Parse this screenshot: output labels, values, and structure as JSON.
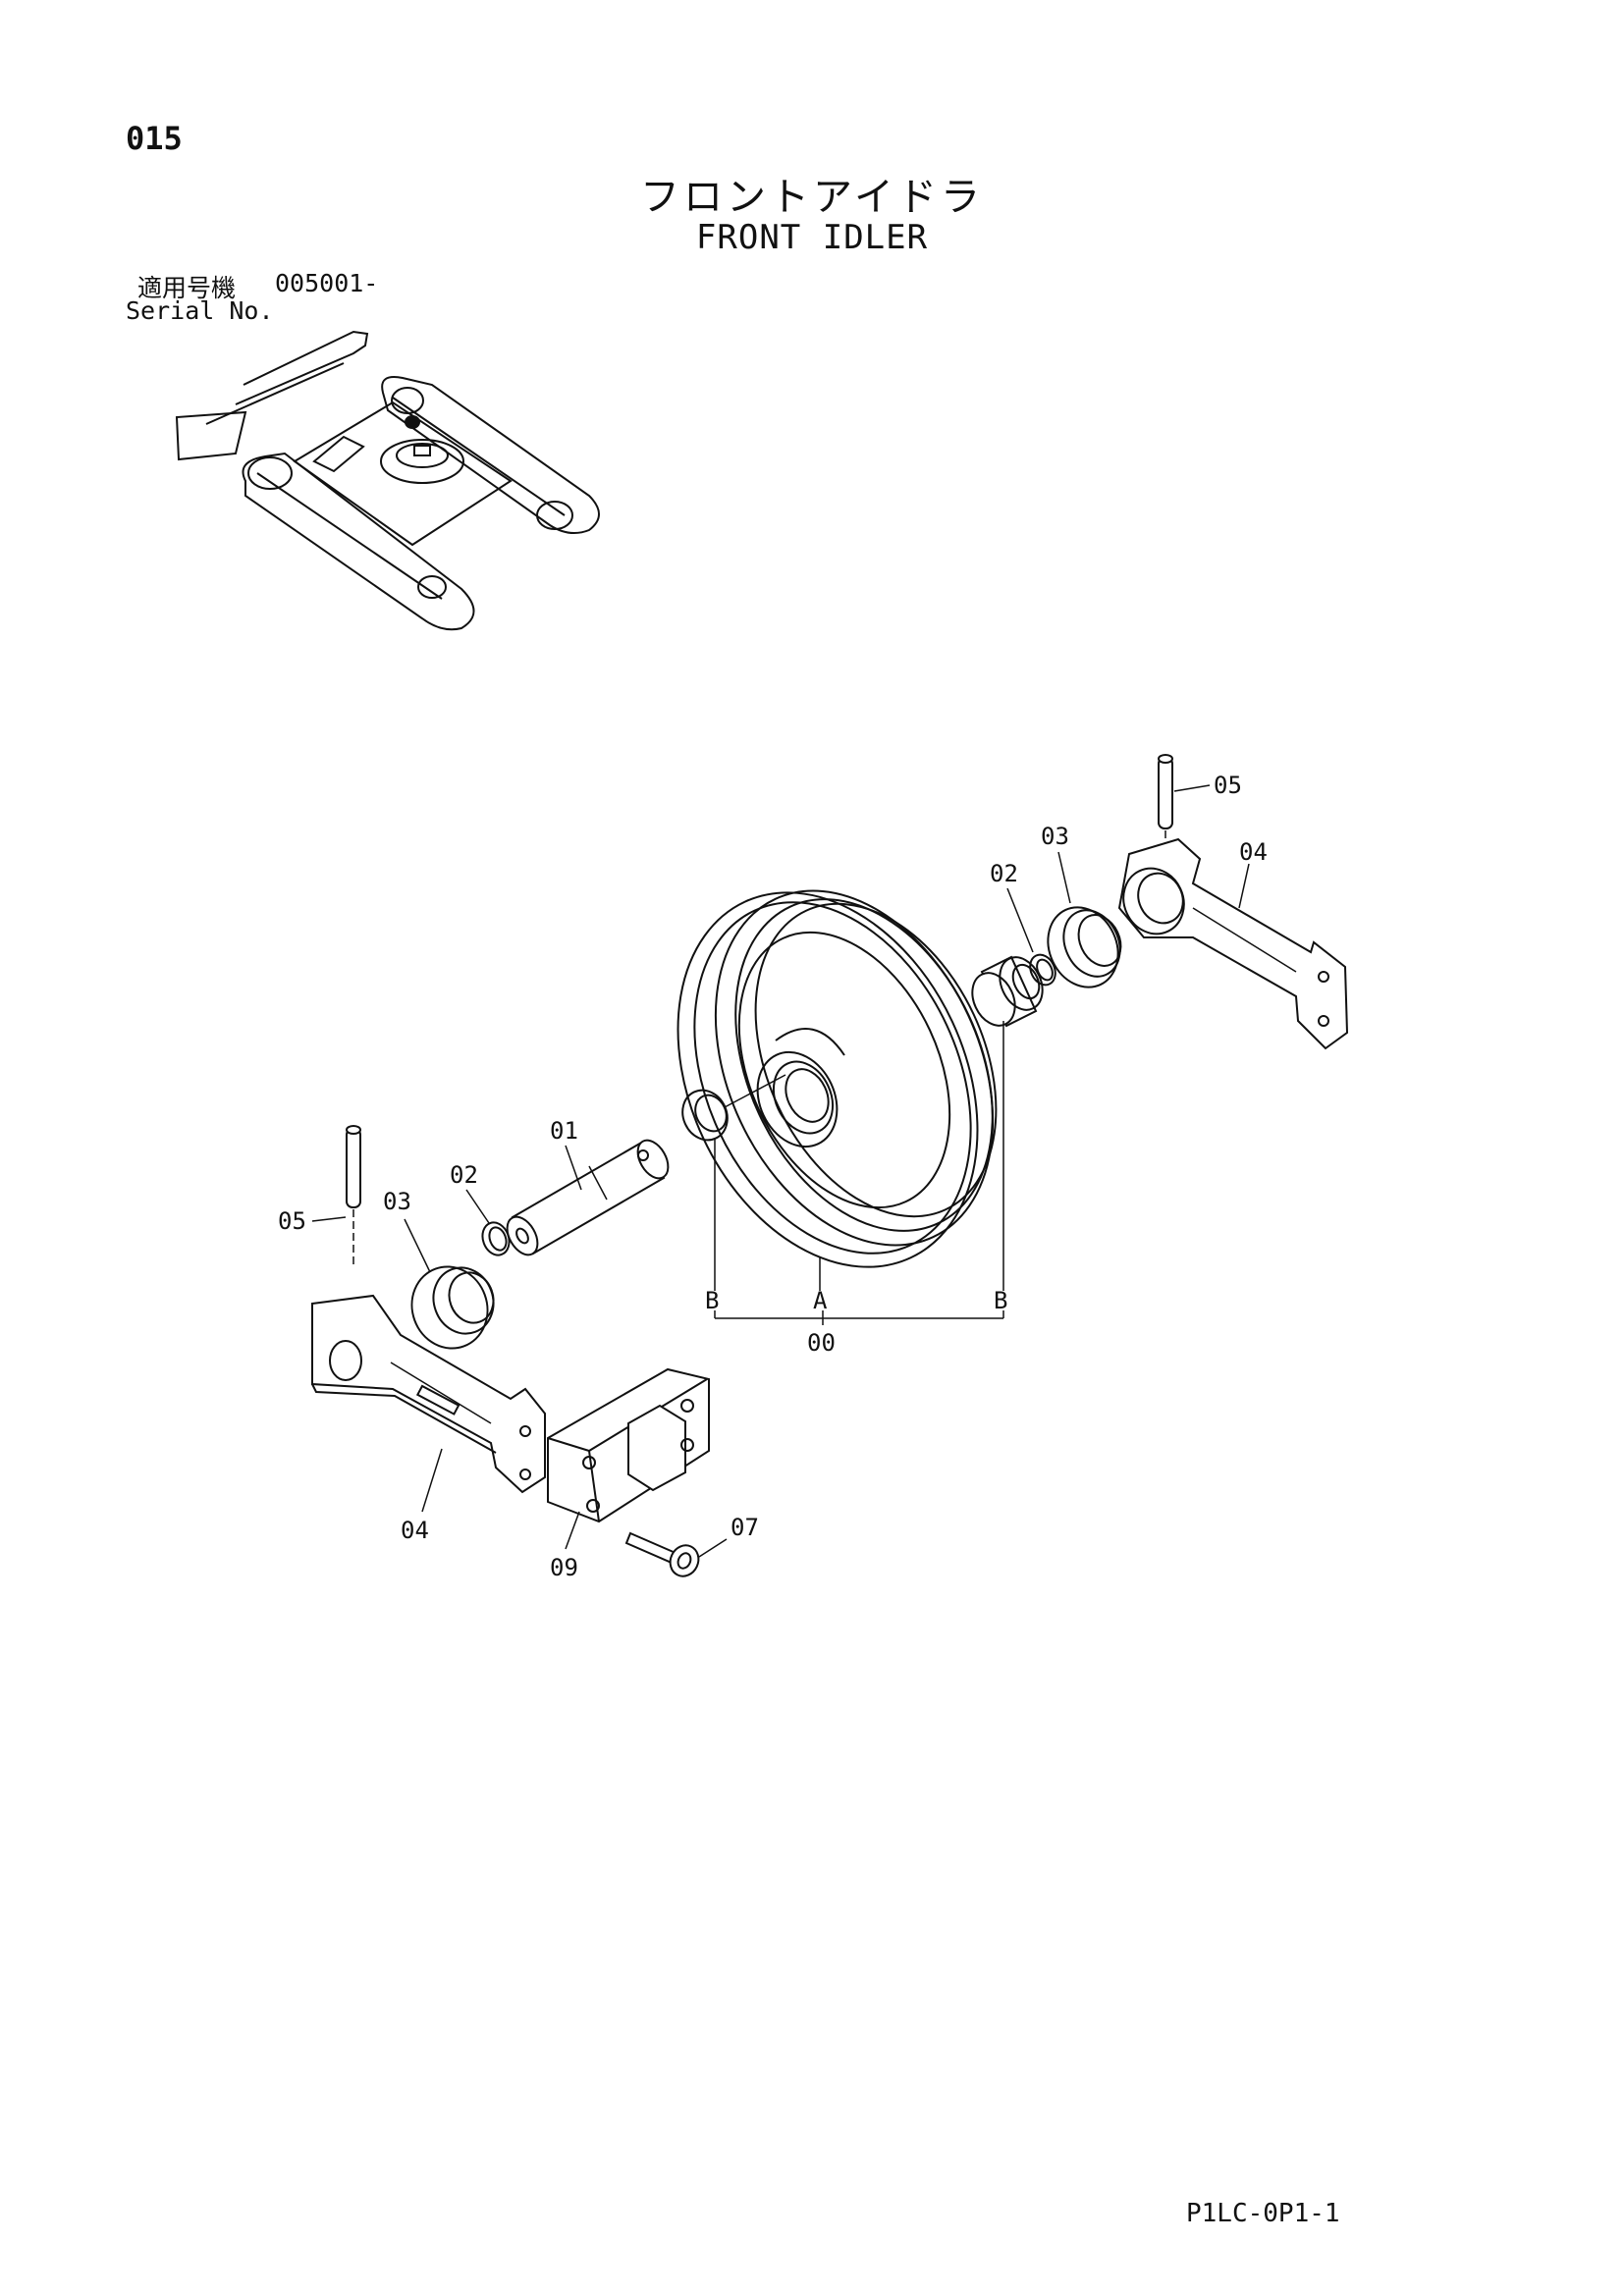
{
  "header": {
    "page_number": "015",
    "title_jp": "フロントアイドラ",
    "title_en": "FRONT IDLER",
    "serial_label_jp": "適用号機",
    "serial_value": "005001-",
    "serial_label_en": "Serial No."
  },
  "callouts": {
    "pin_left": "05",
    "seal_left": "03",
    "oring_left": "02",
    "shaft": "01",
    "bushing_b_left": "B",
    "idler_a": "A",
    "bushing_b_right": "B",
    "assembly": "00",
    "bracket_left": "04",
    "block": "09",
    "bolt": "07",
    "pin_right": "05",
    "oring_right": "02",
    "seal_right": "03",
    "bracket_right": "04"
  },
  "footer": {
    "doc_code": "P1LC-0P1-1"
  }
}
